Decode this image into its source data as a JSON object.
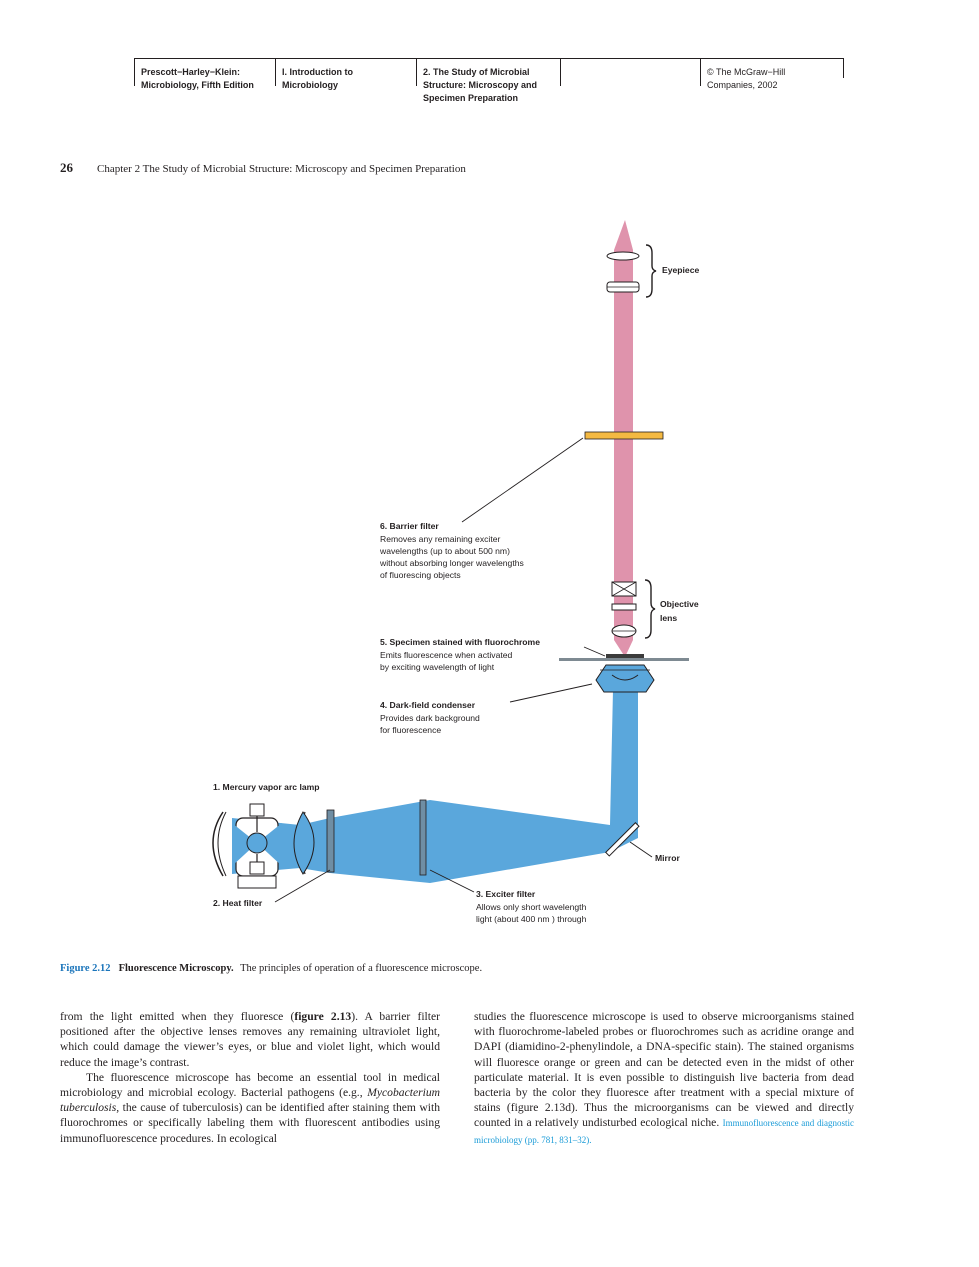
{
  "header": {
    "book_title": [
      "Prescott−Harley−Klein:",
      "Microbiology, Fifth Edition"
    ],
    "part": [
      "I. Introduction to",
      "Microbiology"
    ],
    "chapter": [
      "2. The Study of Microbial",
      "Structure: Microscopy and",
      "Specimen Preparation"
    ],
    "copyright": [
      "© The McGraw−Hill",
      "Companies, 2002"
    ]
  },
  "running_head": {
    "page_number": "26",
    "text": "Chapter 2   The Study of Microbial Structure: Microscopy and Specimen Preparation"
  },
  "figure": {
    "labels": {
      "eyepiece": "Eyepiece",
      "objective": [
        "Objective",
        "lens"
      ],
      "barrier_title": "6. Barrier filter",
      "barrier_desc": [
        "Removes any remaining exciter",
        "wavelengths (up to about 500 nm)",
        "without absorbing longer wavelengths",
        "of fluorescing objects"
      ],
      "specimen_title": "5. Specimen stained with fluorochrome",
      "specimen_desc": [
        "Emits fluorescence when activated",
        "by exciting wavelength of light"
      ],
      "condenser_title": "4. Dark-field condenser",
      "condenser_desc": [
        "Provides dark background",
        "for fluorescence"
      ],
      "lamp_title": "1. Mercury vapor arc lamp",
      "heat_title": "2. Heat filter",
      "exciter_title": "3. Exciter filter",
      "exciter_desc": [
        "Allows only short wavelength",
        "light (about 400 nm ) through"
      ],
      "mirror": "Mirror"
    },
    "colors": {
      "emitted_light": "#df93ac",
      "exciting_light": "#5aa7dc",
      "barrier_filter": "#f4b942",
      "filter": "#6f8ea4"
    },
    "caption": {
      "number": "Figure 2.12",
      "title": "Fluorescence Microscopy.",
      "text": "The principles of operation of a fluorescence microscope."
    }
  },
  "body": {
    "left": {
      "p1_a": "from the light emitted when they fluoresce (",
      "p1_ref": "figure 2.13",
      "p1_b": "). A barrier filter positioned after the objective lenses removes any remaining ultraviolet light, which could damage the viewer’s eyes, or blue and violet light, which would reduce the image’s contrast.",
      "p2_a": "The fluorescence microscope has become an essential tool in medical microbiology and microbial ecology. Bacterial pathogens (e.g., ",
      "p2_species": "Mycobacterium tuberculosis,",
      "p2_b": " the cause of tuberculosis) can be identified after staining them with fluorochromes or specifically labeling them with fluorescent antibodies using immunofluorescence procedures. In ecological"
    },
    "right": {
      "p1": "studies the fluorescence microscope is used to observe microorganisms stained with fluorochrome-labeled probes or fluorochromes such as acridine orange and DAPI (diamidino-2-phenylindole, a DNA-specific stain). The stained organisms will fluoresce orange or green and can be detected even in the midst of other particulate material. It is even possible to distinguish live bacteria from dead bacteria by the color they fluoresce after treatment with a special mixture of stains (figure 2.13d). Thus the microorganisms can be viewed and directly counted in a relatively undisturbed ecological niche.",
      "xref": "Immunofluorescence and diagnostic microbiology (pp. 781, 831–32)."
    }
  }
}
